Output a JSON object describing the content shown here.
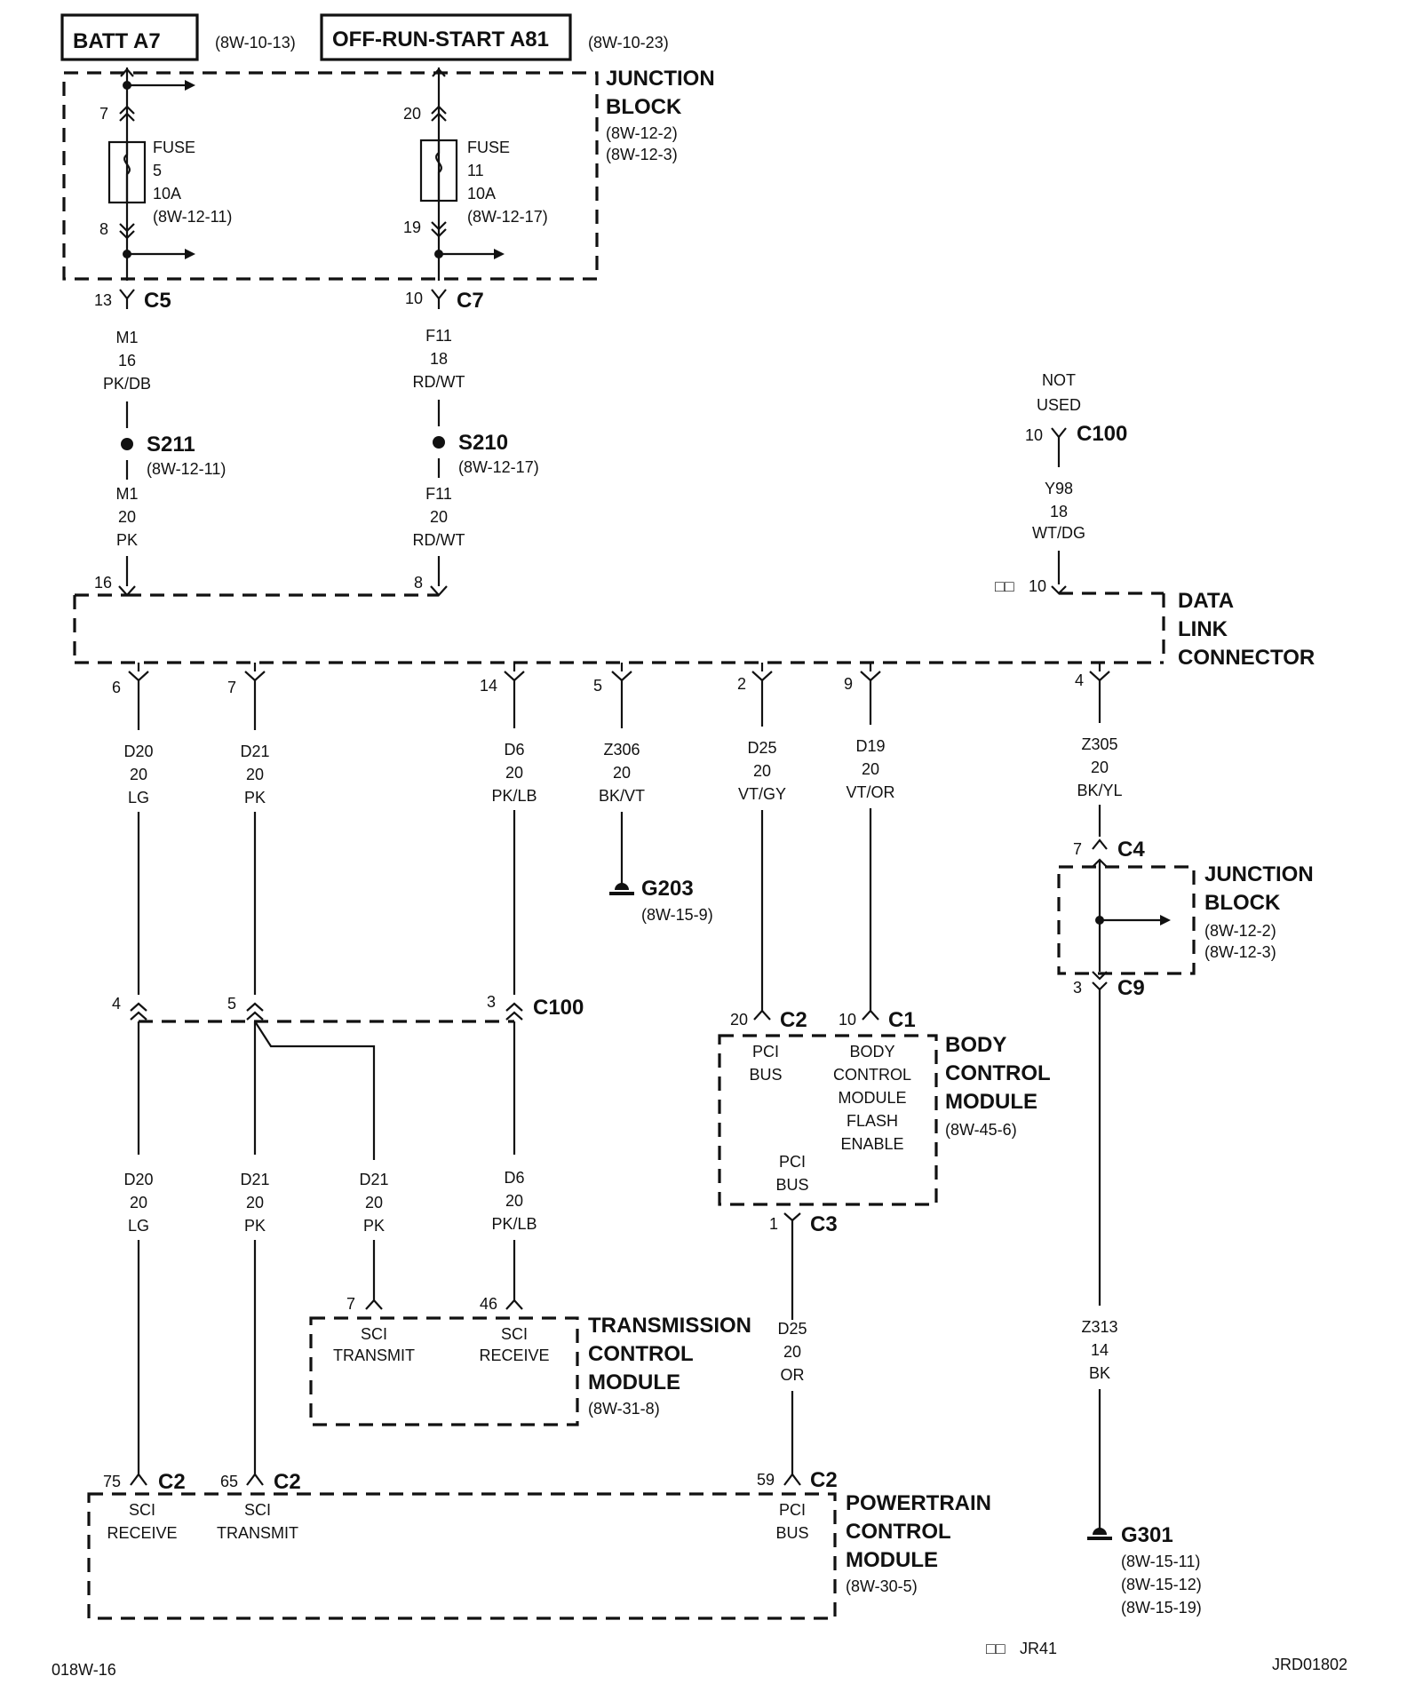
{
  "title_boxes": {
    "batt": "BATT A7",
    "batt_ref": "(8W-10-13)",
    "ors": "OFF-RUN-START A81",
    "ors_ref": "(8W-10-23)"
  },
  "junction_block_top": {
    "line1": "JUNCTION",
    "line2": "BLOCK",
    "ref1": "(8W-12-2)",
    "ref2": "(8W-12-3)"
  },
  "fuse5": {
    "label": "FUSE",
    "num": "5",
    "amps": "10A",
    "ref": "(8W-12-11)",
    "pin_in": "7",
    "pin_out": "8"
  },
  "fuse11": {
    "label": "FUSE",
    "num": "11",
    "amps": "10A",
    "ref": "(8W-12-17)",
    "pin_in": "20",
    "pin_out": "19"
  },
  "c5": {
    "pin": "13",
    "name": "C5"
  },
  "c7": {
    "pin": "10",
    "name": "C7"
  },
  "wire_m1_a": {
    "circuit": "M1",
    "gauge": "16",
    "color": "PK/DB"
  },
  "wire_f11_a": {
    "circuit": "F11",
    "gauge": "18",
    "color": "RD/WT"
  },
  "s211": {
    "name": "S211",
    "ref": "(8W-12-11)"
  },
  "s210": {
    "name": "S210",
    "ref": "(8W-12-17)"
  },
  "wire_m1_b": {
    "circuit": "M1",
    "gauge": "20",
    "color": "PK"
  },
  "wire_f11_b": {
    "circuit": "F11",
    "gauge": "20",
    "color": "RD/WT"
  },
  "not_used": {
    "line1": "NOT",
    "line2": "USED"
  },
  "c100_top": {
    "pin": "10",
    "name": "C100"
  },
  "wire_y98": {
    "circuit": "Y98",
    "gauge": "18",
    "color": "WT/DG"
  },
  "dlc": {
    "line1": "DATA",
    "line2": "LINK",
    "line3": "CONNECTOR",
    "pin16": "16",
    "pin8": "8",
    "pin10": "10",
    "pin10_mark": "□□",
    "bottom_pins": [
      "6",
      "7",
      "14",
      "5",
      "2",
      "9",
      "4"
    ]
  },
  "wire_d20_a": {
    "circuit": "D20",
    "gauge": "20",
    "color": "LG"
  },
  "wire_d21_a": {
    "circuit": "D21",
    "gauge": "20",
    "color": "PK"
  },
  "wire_d6_a": {
    "circuit": "D6",
    "gauge": "20",
    "color": "PK/LB"
  },
  "wire_z306": {
    "circuit": "Z306",
    "gauge": "20",
    "color": "BK/VT"
  },
  "wire_d25_a": {
    "circuit": "D25",
    "gauge": "20",
    "color": "VT/GY"
  },
  "wire_d19": {
    "circuit": "D19",
    "gauge": "20",
    "color": "VT/OR"
  },
  "wire_z305": {
    "circuit": "Z305",
    "gauge": "20",
    "color": "BK/YL"
  },
  "g203": {
    "name": "G203",
    "ref": "(8W-15-9)"
  },
  "junction_block_right": {
    "line1": "JUNCTION",
    "line2": "BLOCK",
    "ref1": "(8W-12-2)",
    "ref2": "(8W-12-3)",
    "c4_pin": "7",
    "c4": "C4",
    "c9_pin": "3",
    "c9": "C9"
  },
  "c100_mid": {
    "pin4": "4",
    "pin5": "5",
    "pin3": "3",
    "name": "C100"
  },
  "bcm": {
    "line1": "BODY",
    "line2": "CONTROL",
    "line3": "MODULE",
    "ref": "(8W-45-6)",
    "c2_pin": "20",
    "c2": "C2",
    "c1_pin": "10",
    "c1": "C1",
    "pci1": "PCI",
    "bus1": "BUS",
    "flash1": "BODY",
    "flash2": "CONTROL",
    "flash3": "MODULE",
    "flash4": "FLASH",
    "flash5": "ENABLE",
    "pci2": "PCI",
    "bus2": "BUS",
    "c3_pin": "1",
    "c3": "C3"
  },
  "wire_d20_b": {
    "circuit": "D20",
    "gauge": "20",
    "color": "LG"
  },
  "wire_d21_b": {
    "circuit": "D21",
    "gauge": "20",
    "color": "PK"
  },
  "wire_d21_c": {
    "circuit": "D21",
    "gauge": "20",
    "color": "PK"
  },
  "wire_d6_b": {
    "circuit": "D6",
    "gauge": "20",
    "color": "PK/LB"
  },
  "wire_d25_b": {
    "circuit": "D25",
    "gauge": "20",
    "color": "OR"
  },
  "wire_z313": {
    "circuit": "Z313",
    "gauge": "14",
    "color": "BK"
  },
  "tcm": {
    "line1": "TRANSMISSION",
    "line2": "CONTROL",
    "line3": "MODULE",
    "ref": "(8W-31-8)",
    "pin7": "7",
    "pin46": "46",
    "sci1": "SCI",
    "transmit": "TRANSMIT",
    "sci2": "SCI",
    "receive": "RECEIVE"
  },
  "pcm": {
    "line1": "POWERTRAIN",
    "line2": "CONTROL",
    "line3": "MODULE",
    "ref": "(8W-30-5)",
    "pin75": "75",
    "pin65": "65",
    "pin59": "59",
    "c2": "C2",
    "sci1": "SCI",
    "receive": "RECEIVE",
    "sci2": "SCI",
    "transmit": "TRANSMIT",
    "pci": "PCI",
    "bus": "BUS"
  },
  "g301": {
    "name": "G301",
    "ref1": "(8W-15-11)",
    "ref2": "(8W-15-12)",
    "ref3": "(8W-15-19)"
  },
  "footer": {
    "left": "018W-16",
    "mid_mark": "□□",
    "mid": "JR41",
    "right": "JRD01802"
  }
}
